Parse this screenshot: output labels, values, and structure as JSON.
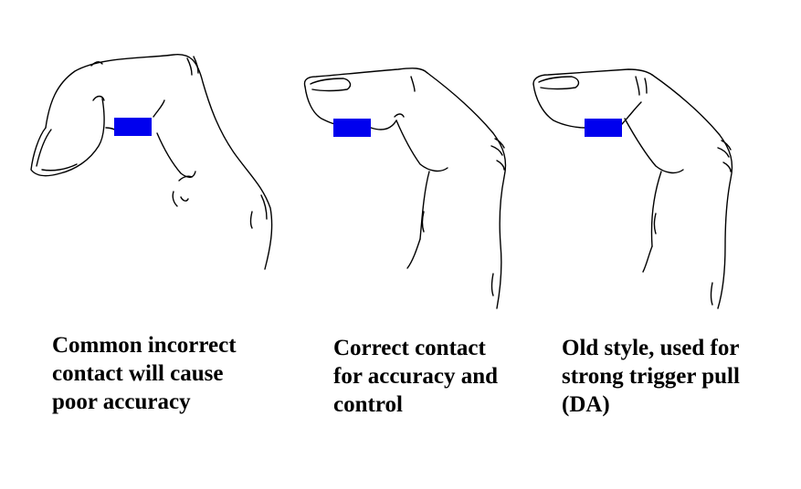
{
  "colors": {
    "contact_marker": "#0000ee",
    "line": "#000000",
    "background": "#ffffff"
  },
  "panels": [
    {
      "id": "incorrect",
      "caption_lines": [
        "Common incorrect",
        "contact will cause",
        "poor accuracy"
      ]
    },
    {
      "id": "correct",
      "caption_lines": [
        "Correct contact",
        "for accuracy and",
        "control"
      ]
    },
    {
      "id": "old-style",
      "caption_lines": [
        "Old style, used for",
        "strong trigger pull",
        "(DA)"
      ]
    }
  ]
}
